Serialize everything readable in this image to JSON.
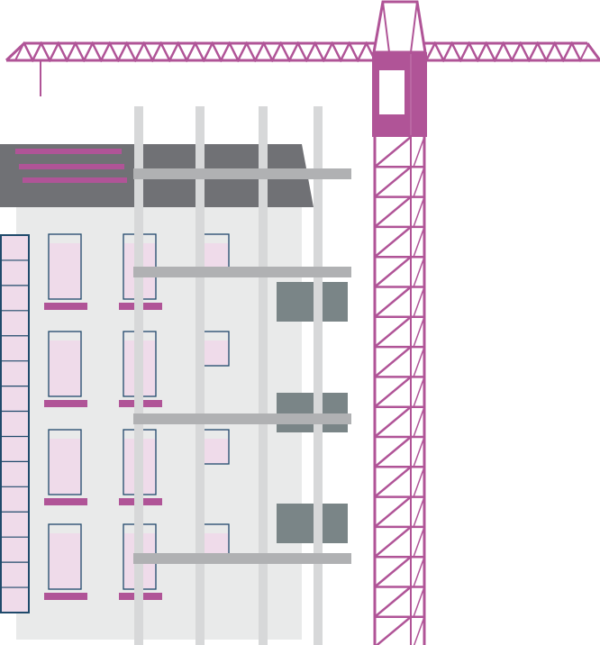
{
  "illustration": {
    "subject": "building-under-construction-with-tower-crane",
    "colors": {
      "crane": "#b05497",
      "roof": "#707175",
      "wall": "#e9eaea",
      "window_frame": "#1f4a6b",
      "window_glass": "#efdbea",
      "scaffold_pole": "#d7d8d9",
      "scaffold_board": "#b0b1b3",
      "block": "#7a8587"
    },
    "window_rows": 4,
    "window_columns": 3,
    "ladder_rungs": 14,
    "mast_sections": 17
  }
}
